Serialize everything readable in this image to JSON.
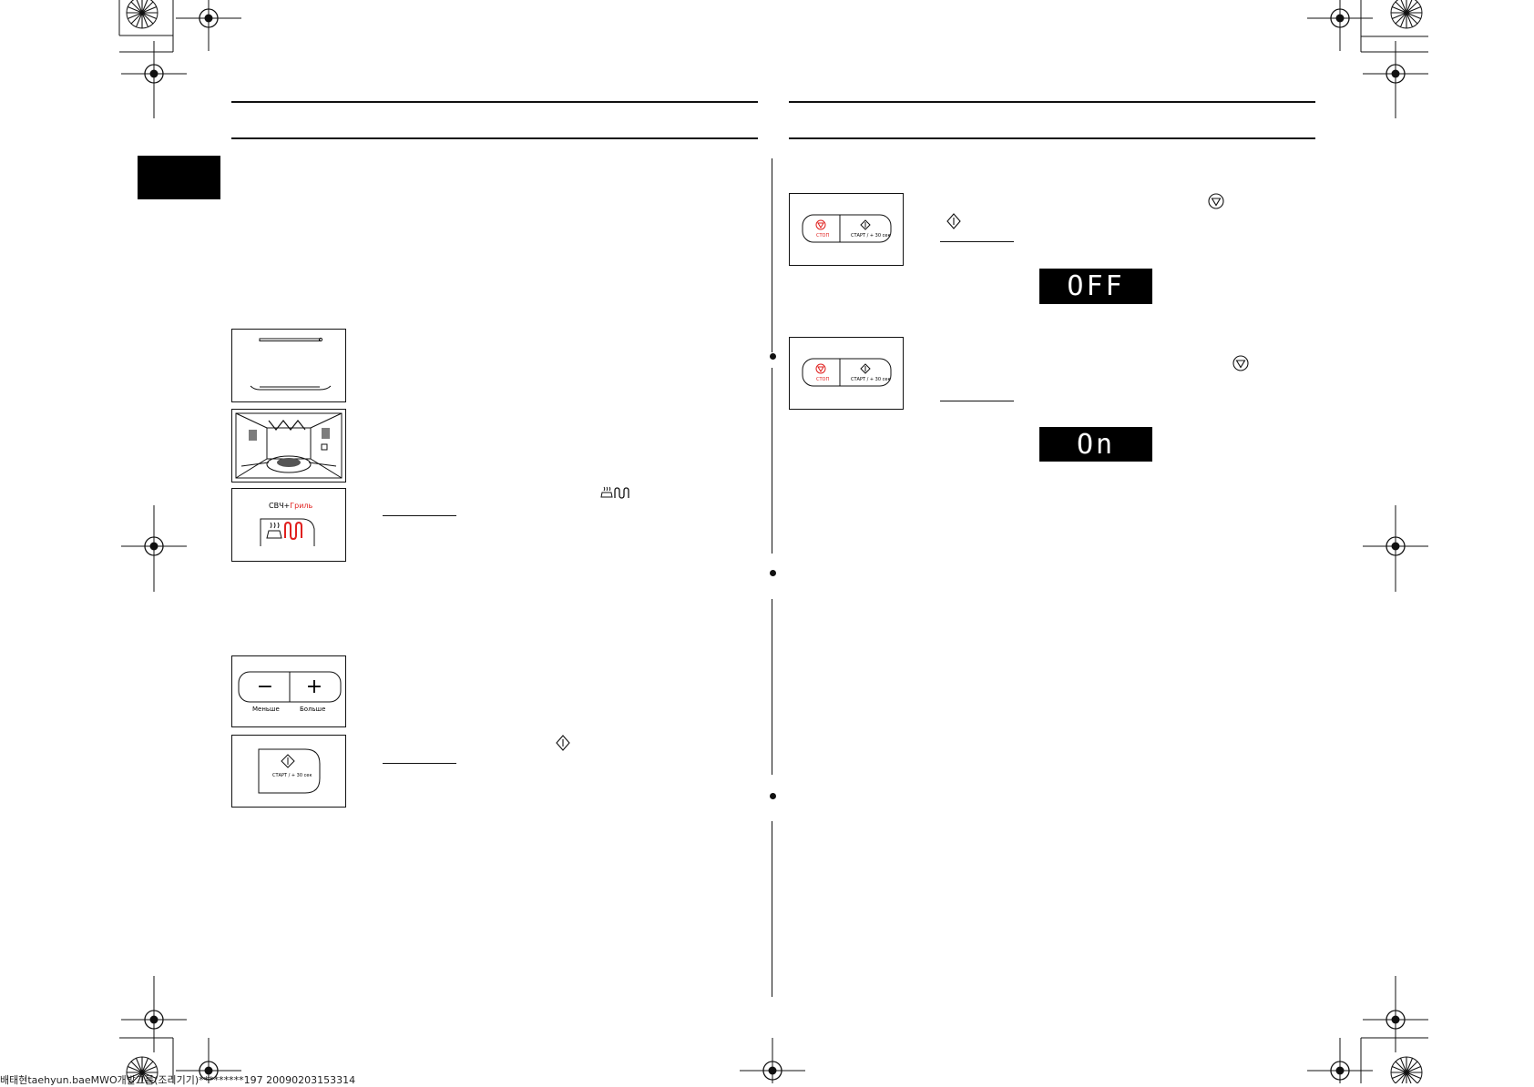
{
  "panels": {
    "combo": {
      "label_a": "СВЧ+",
      "label_b": "Гриль"
    },
    "adjust": {
      "minus_symbol": "−",
      "plus_symbol": "+",
      "minus_label": "Меньше",
      "plus_label": "Больше"
    },
    "start": {
      "label": "СТАРТ / + 30 сек"
    },
    "stop_start_1": {
      "stop_label": "СТОП",
      "start_label": "СТАРТ / + 30 сек"
    },
    "stop_start_2": {
      "stop_label": "СТОП",
      "start_label": "СТАРТ / + 30 сек"
    }
  },
  "displays": {
    "off": "OFF",
    "on": "On"
  },
  "footer": {
    "text": "배태현taehyun.baeMWO개발그룹(조리기기)*********197 20090203153314"
  },
  "colors": {
    "accent": "#e0201e",
    "ink": "#111111"
  }
}
